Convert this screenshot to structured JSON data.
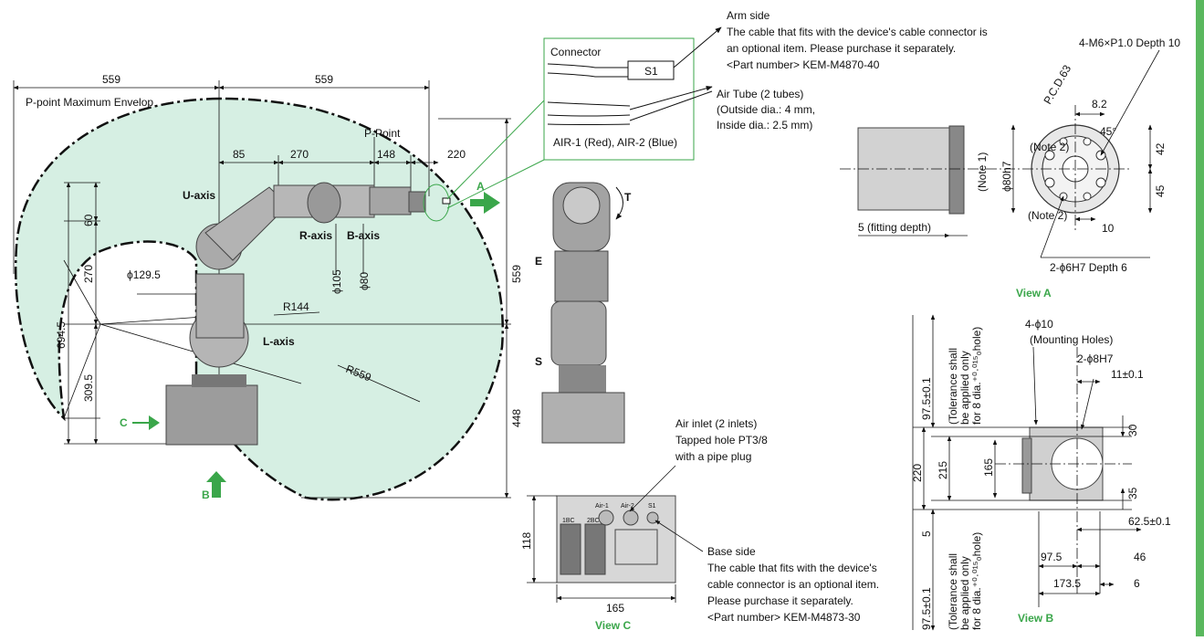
{
  "colors": {
    "envelope_fill": "#d6efe3",
    "accent_green": "#3aa64a",
    "robot_grey": "#a8a8a8",
    "side_bar": "#5ab85e"
  },
  "main": {
    "dim_559_left": "559",
    "dim_559_right": "559",
    "envelope_label": "P-point Maximum Envelop",
    "dim_85": "85",
    "dim_270_top": "270",
    "dim_148": "148",
    "dim_220_top": "220",
    "p_point": "P-Point",
    "u_axis": "U-axis",
    "r_axis": "R-axis",
    "b_axis": "B-axis",
    "l_axis": "L-axis",
    "dim_60": "60",
    "dim_270_left": "270",
    "dim_6945": "694.5",
    "dim_3095": "309.5",
    "phi_1295": "ϕ129.5",
    "phi_105": "ϕ105",
    "phi_80": "ϕ80",
    "r144": "R144",
    "r559": "R559",
    "dim_559_vert": "559",
    "dim_448": "448",
    "arrow_a": "A",
    "arrow_b": "B",
    "arrow_c": "C"
  },
  "side_view": {
    "t": "T",
    "e": "E",
    "s": "S"
  },
  "connector": {
    "connector_label": "Connector",
    "s1": "S1",
    "air_label": "AIR-1 (Red), AIR-2 (Blue)",
    "arm_side_title": "Arm side",
    "arm_side_lines": [
      "The cable that fits with the device's cable connector is",
      "an optional item. Please purchase it separately.",
      "<Part number> KEM-M4870-40"
    ],
    "air_tube_lines": [
      "Air Tube (2 tubes)",
      "(Outside dia.: 4 mm,",
      "Inside dia.: 2.5 mm)"
    ]
  },
  "view_a": {
    "m6": "4-M6×P1.0 Depth 10",
    "pcd": "P.C.D.63",
    "dim_82": "8.2",
    "deg45": "45°",
    "note2a": "(Note 2)",
    "note1": "(Note 1)",
    "phi80h7": "ϕ80h7",
    "dim_42": "42",
    "dim_45": "45",
    "note2b": "(Note 2)",
    "fitting": "5 (fitting depth)",
    "dim_10": "10",
    "phi6h7": "2-ϕ6H7 Depth 6",
    "title": "View A"
  },
  "view_b": {
    "phi10": "4-ϕ10",
    "mounting": "(Mounting Holes)",
    "phi8h7": "2-ϕ8H7",
    "dim_11": "11±0.1",
    "tol_top": "97.5±0.1",
    "tol_bottom": "97.5±0.1",
    "tol_text": [
      "(Tolerance shall",
      "be applied only",
      "for 8 dia.⁺⁰·⁰¹⁵₀hole)"
    ],
    "dim_30": "30",
    "dim_220": "220",
    "dim_215": "215",
    "dim_165": "165",
    "dim_35": "35",
    "dim_5": "5",
    "dim_625": "62.5±0.1",
    "dim_975": "97.5",
    "dim_46": "46",
    "dim_1735": "173.5",
    "dim_6": "6",
    "title": "View B"
  },
  "view_c": {
    "air_inlet_lines": [
      "Air inlet (2 inlets)",
      "Tapped hole PT3/8",
      "with a pipe plug"
    ],
    "ports": [
      "Air-1",
      "Air-2",
      "S1"
    ],
    "conn": [
      "1BC",
      "2BC"
    ],
    "dim_118": "118",
    "dim_165": "165",
    "base_side_title": "Base side",
    "base_side_lines": [
      "The cable that fits with the device's",
      "cable connector is an optional item.",
      "Please purchase it separately.",
      "<Part number> KEM-M4873-30"
    ],
    "title": "View C"
  }
}
